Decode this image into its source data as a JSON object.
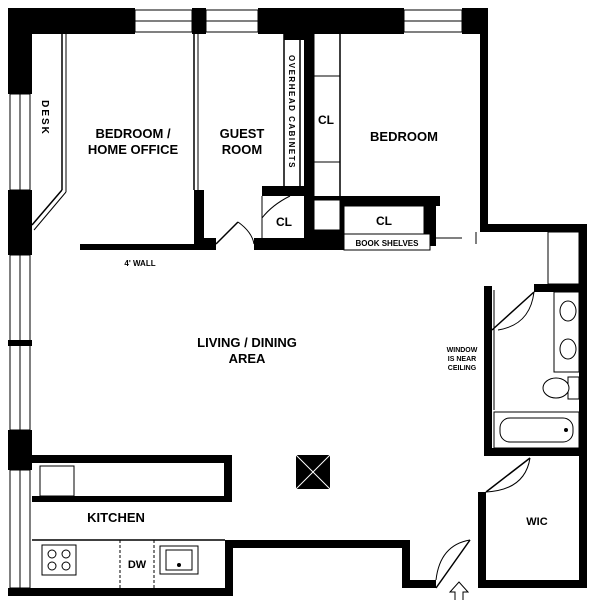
{
  "plan": {
    "rooms": {
      "bedroom_office": [
        "BEDROOM /",
        "HOME OFFICE"
      ],
      "guest_room": [
        "GUEST",
        "ROOM"
      ],
      "bedroom": "BEDROOM",
      "living_dining": [
        "LIVING / DINING",
        "AREA"
      ],
      "kitchen": "KITCHEN",
      "wic": "WIC"
    },
    "labels": {
      "desk": "DESK",
      "overhead_cabinets": "OVERHEAD CABINETS",
      "closet_1": "CL",
      "closet_2": "CL",
      "closet_3": "CL",
      "book_shelves": "BOOK SHELVES",
      "four_ft_wall": "4' WALL",
      "window_note": [
        "WINDOW",
        "IS NEAR",
        "CEILING"
      ],
      "dishwasher": "DW"
    }
  }
}
